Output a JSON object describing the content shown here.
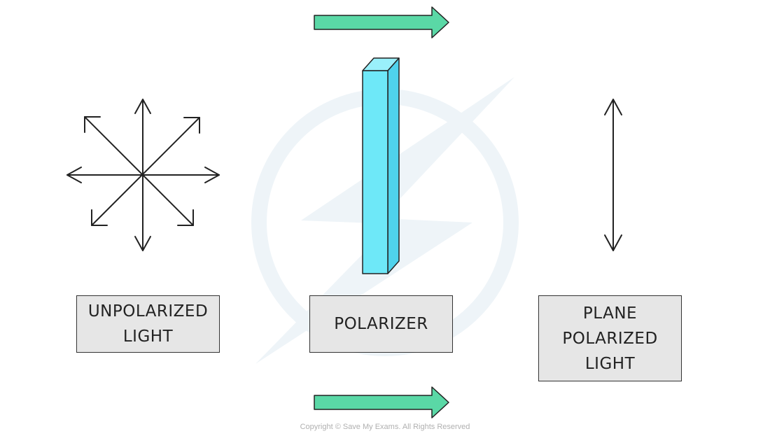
{
  "colors": {
    "arrow_fill": "#5ad8a6",
    "polarizer_front": "#6ee8f8",
    "polarizer_side": "#4fd2ec",
    "polarizer_top": "#9af0fb",
    "stroke": "#222222",
    "box_fill": "#e6e6e6",
    "watermark": "#eef4f8"
  },
  "labels": {
    "unpolarized": [
      "UNPOLARIZED",
      "LIGHT"
    ],
    "polarizer": [
      "POLARIZER"
    ],
    "plane": [
      "PLANE",
      "POLARIZED",
      "LIGHT"
    ]
  },
  "copyright": "Copyright © Save My Exams. All Rights Reserved"
}
